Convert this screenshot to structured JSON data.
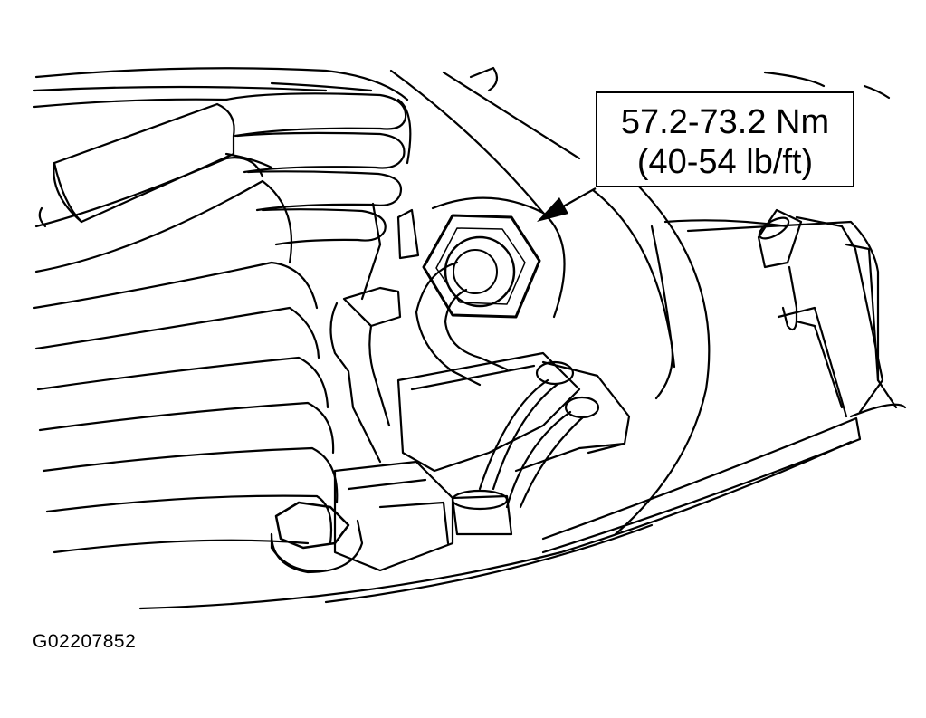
{
  "callout": {
    "torque_metric": "57.2-73.2 Nm",
    "torque_imperial": "(40-54 lb/ft)"
  },
  "figure_id": "G02207852",
  "colors": {
    "line": "#000000",
    "background": "#ffffff"
  }
}
